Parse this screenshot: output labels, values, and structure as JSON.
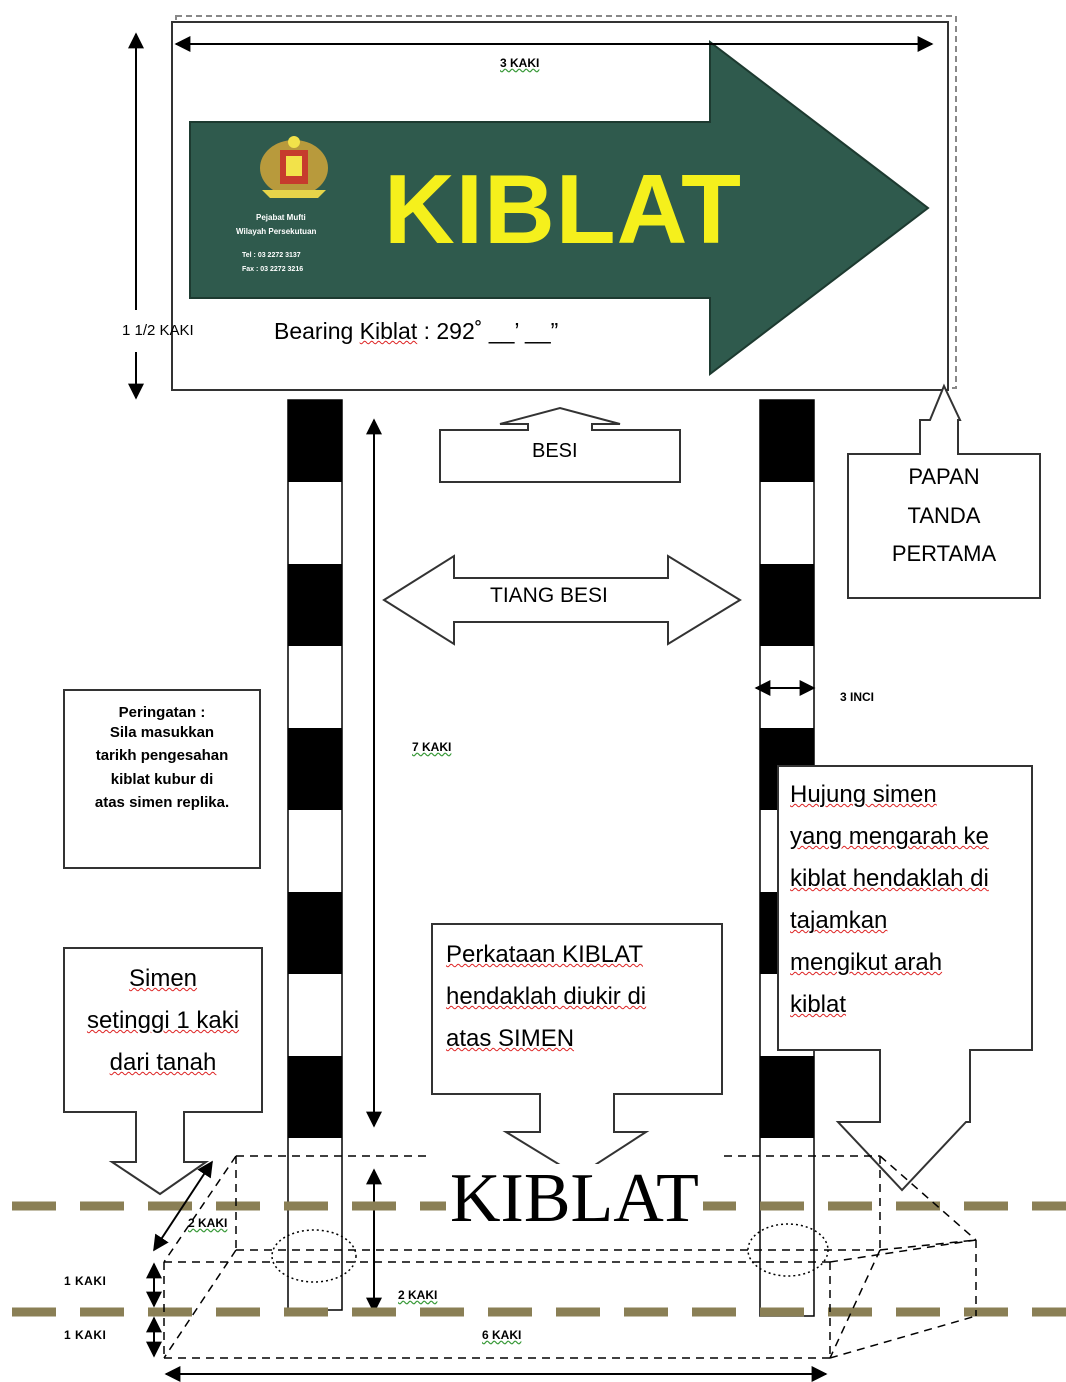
{
  "sign": {
    "arrow_color": "#2f5a4d",
    "kiblat_text": "KIBLAT",
    "kiblat_color": "#f5f01c",
    "office_name_1": "Pejabat Mufti",
    "office_name_2": "Wilayah Persekutuan",
    "tel": "Tel : 03 2272 3137",
    "fax": "Fax : 03 2272 3216",
    "bearing_prefix": "Bearing",
    "bearing_word": "Kiblat",
    "bearing_value": ": 292˚ __’ __”"
  },
  "dimensions": {
    "sign_width": "3 KAKI",
    "sign_height": "1 1/2 KAKI",
    "pole_height": "7 KAKI",
    "pole_width": "3 INCI",
    "buried_depth": "2 KAKI",
    "base_side": "2 KAKI",
    "base_top": "1 KAKI",
    "base_bottom": "1 KAKI",
    "base_length": "6 KAKI"
  },
  "labels": {
    "besi": "BESI",
    "tiang_besi": "TIANG BESI",
    "papan_tanda": [
      "PAPAN",
      "TANDA",
      "PERTAMA"
    ],
    "warning_title": "Peringatan :",
    "warning_lines": [
      "Sila masukkan",
      "tarikh pengesahan",
      "kiblat kubur di",
      "atas simen replika."
    ],
    "cement_height": [
      "Simen",
      "setinggi 1 kaki",
      "dari tanah"
    ],
    "engrave_lines": [
      "Perkataan KIBLAT",
      "hendaklah diukir di",
      "atas SIMEN"
    ],
    "tip_lines": [
      "Hujung simen",
      "yang mengarah ke",
      "kiblat hendaklah di",
      "tajamkan",
      "mengikut arah",
      "kiblat"
    ],
    "base_kiblat": "KIBLAT"
  },
  "colors": {
    "ground_dash": "#8a7f55",
    "pole_black": "#000000"
  }
}
